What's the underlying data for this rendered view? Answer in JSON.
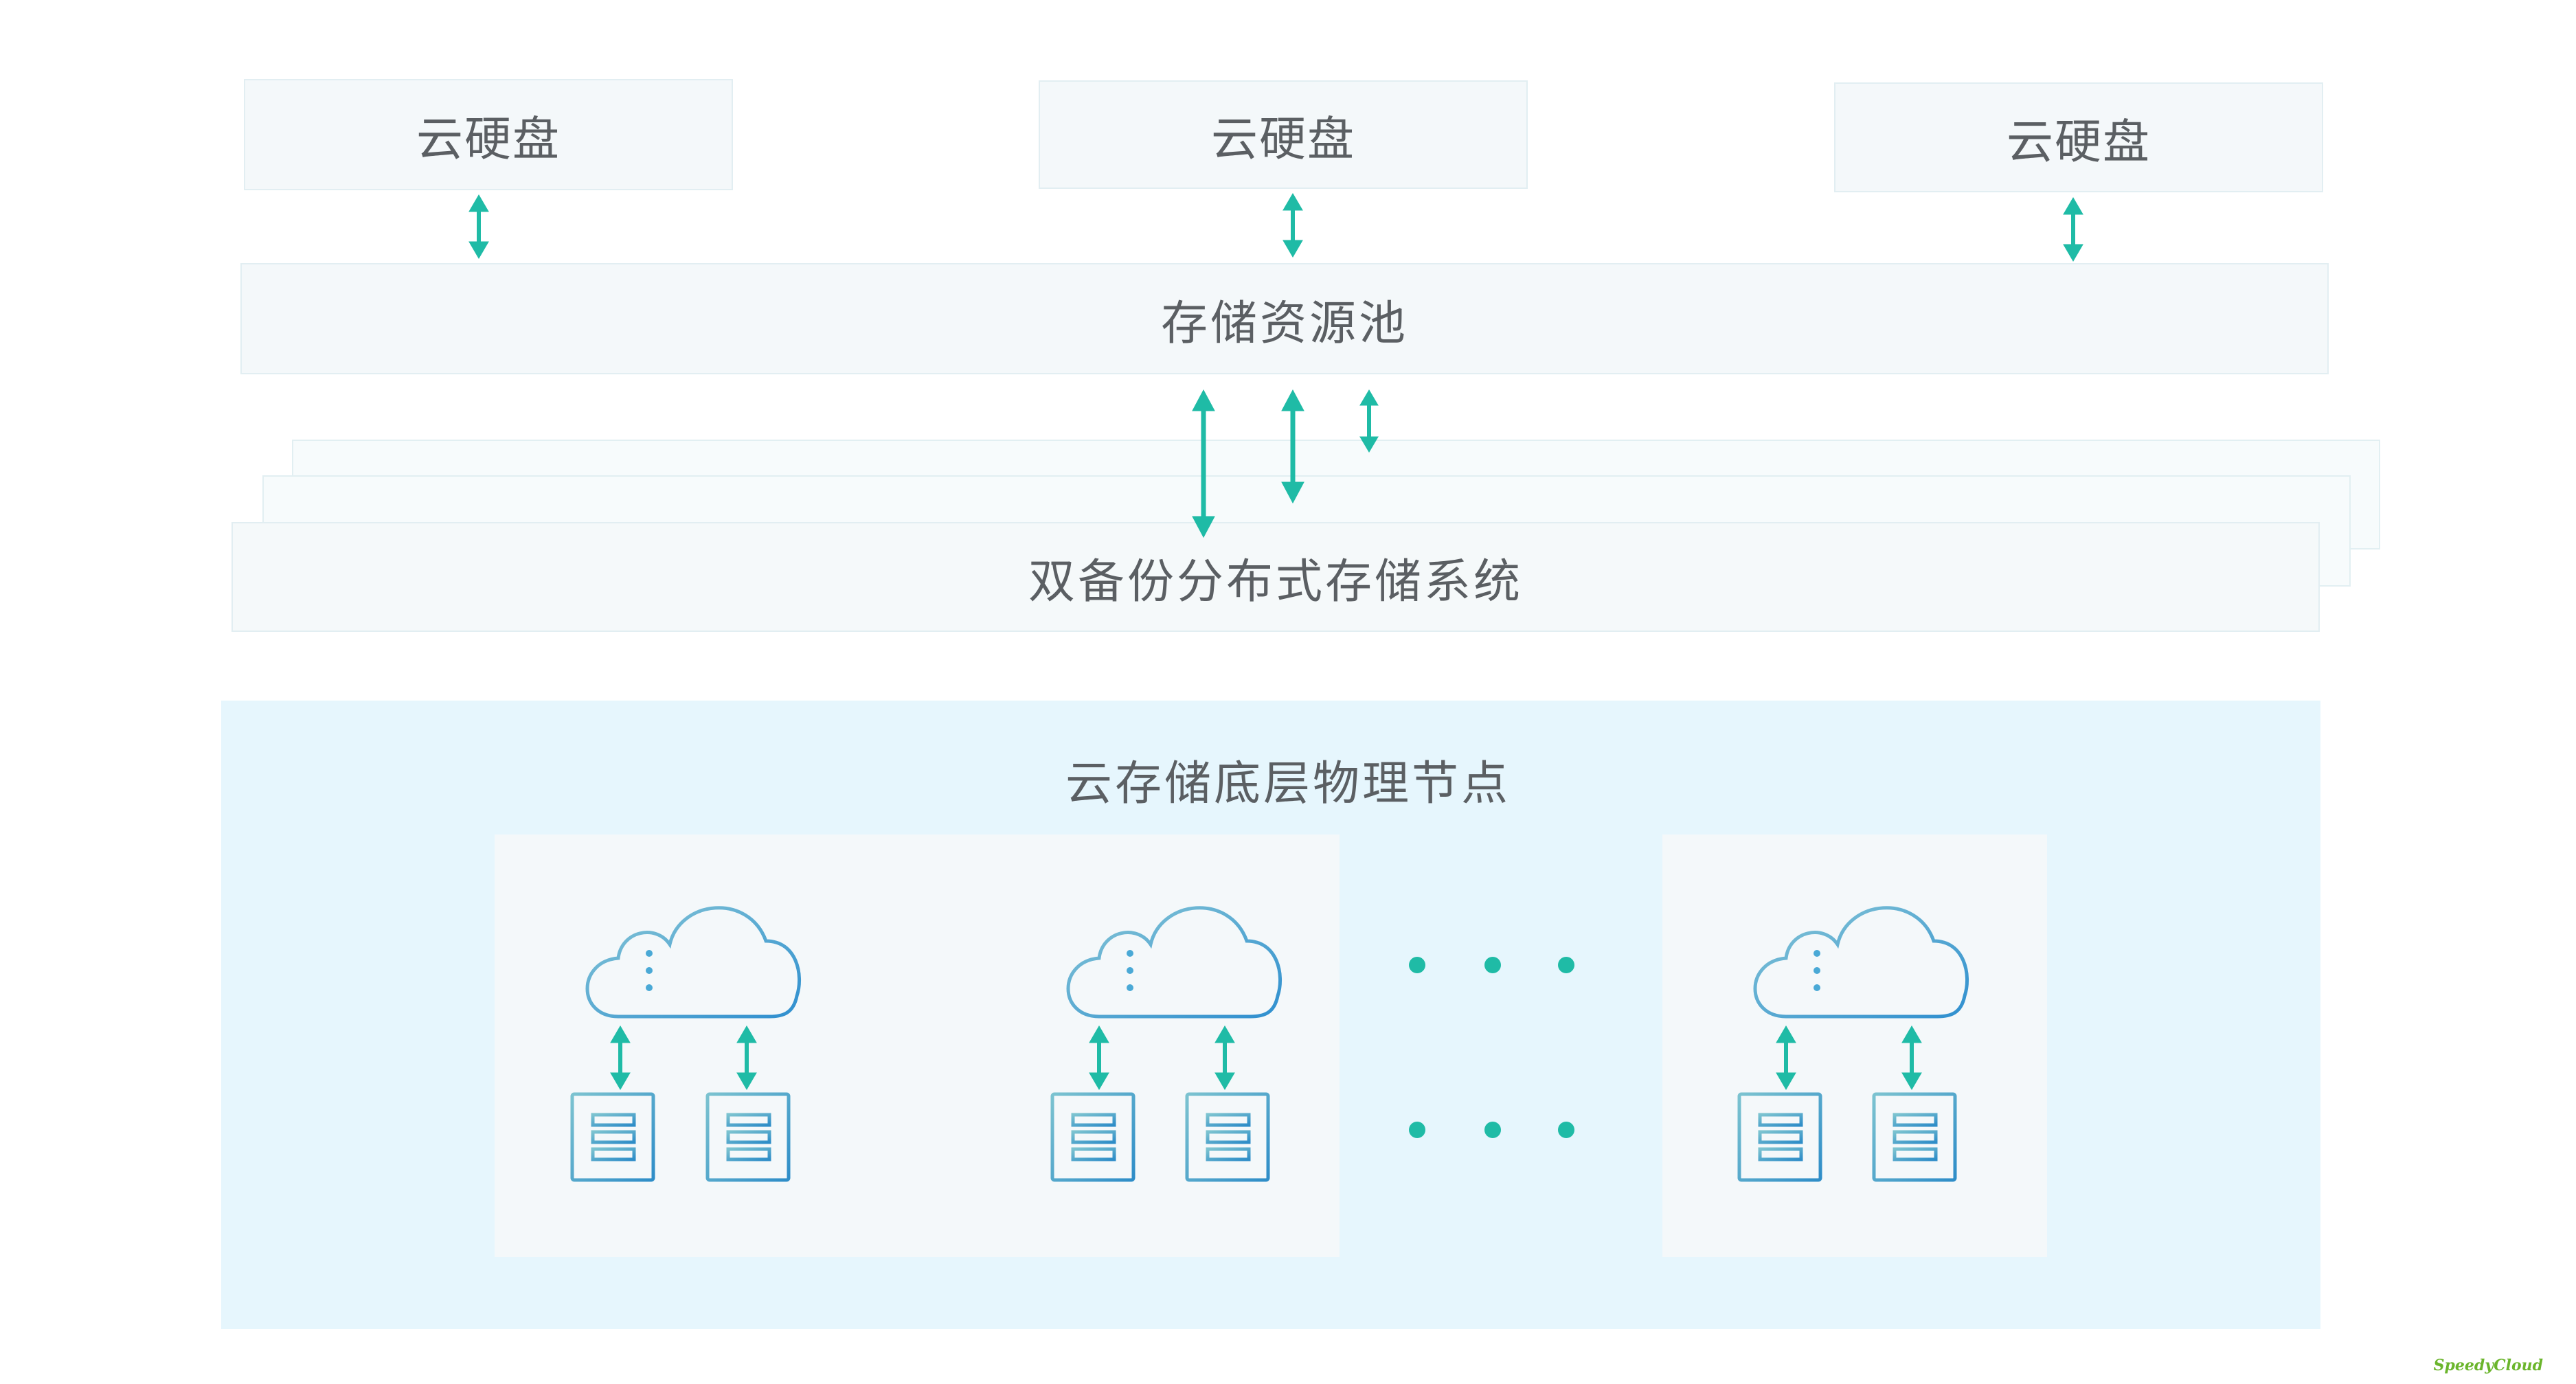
{
  "cloud_disks": [
    {
      "label": "云硬盘"
    },
    {
      "label": "云硬盘"
    },
    {
      "label": "云硬盘"
    }
  ],
  "storage_pool": {
    "label": "存储资源池"
  },
  "distributed_storage": {
    "label": "双备份分布式存储系统"
  },
  "physical_nodes": {
    "title": "云存储底层物理节点"
  },
  "watermark": {
    "text": "SpeedyCloud"
  },
  "colors": {
    "arrow": "#1fbba6",
    "cloud_icon": "#4aa9d6",
    "box_fill": "#f4f8fa",
    "physical_bg": "#e6f6fd"
  }
}
